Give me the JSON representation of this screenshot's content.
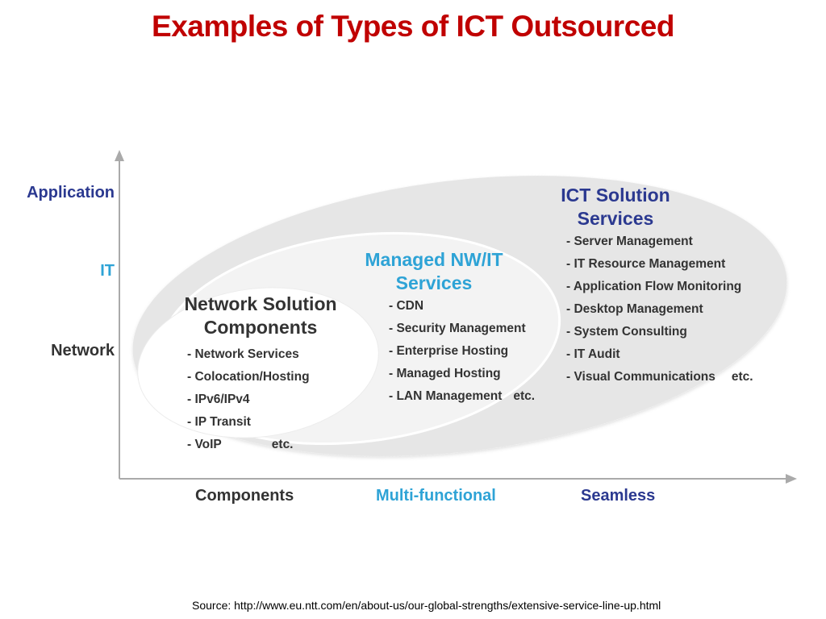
{
  "title": "Examples of Types of ICT Outsourced",
  "colors": {
    "title": "#c00000",
    "navy": "#2b3990",
    "light_blue": "#2ea3d6",
    "dark_text": "#333333",
    "ellipse_outer": "#e6e6e6",
    "ellipse_mid": "#f3f3f3",
    "ellipse_inner": "#ffffff"
  },
  "y_axis": [
    {
      "label": "Application",
      "color": "#2b3990"
    },
    {
      "label": "IT",
      "color": "#2ea3d6"
    },
    {
      "label": "Network",
      "color": "#333333"
    }
  ],
  "x_axis": [
    {
      "label": "Components",
      "color": "#333333"
    },
    {
      "label": "Multi-functional",
      "color": "#2ea3d6"
    },
    {
      "label": "Seamless",
      "color": "#2b3990"
    }
  ],
  "groups": {
    "network": {
      "heading": [
        "Network Solution",
        "Components"
      ],
      "items": [
        "- Network Services",
        "- Colocation/Hosting",
        "- IPv6/IPv4",
        "- IP Transit",
        "- VoIP"
      ],
      "etc": "etc."
    },
    "managed": {
      "heading": [
        "Managed NW/IT",
        "Services"
      ],
      "items": [
        "- CDN",
        "- Security Management",
        "- Enterprise Hosting",
        "- Managed Hosting",
        "- LAN Management"
      ],
      "etc": "etc."
    },
    "ict": {
      "heading": [
        "ICT Solution",
        "Services"
      ],
      "items": [
        "- Server Management",
        "- IT Resource Management",
        "- Application Flow Monitoring",
        "- Desktop Management",
        "- System Consulting",
        "- IT Audit",
        "- Visual Communications"
      ],
      "etc": "etc."
    }
  },
  "source": "Source:  http://www.eu.ntt.com/en/about-us/our-global-strengths/extensive-service-line-up.html"
}
